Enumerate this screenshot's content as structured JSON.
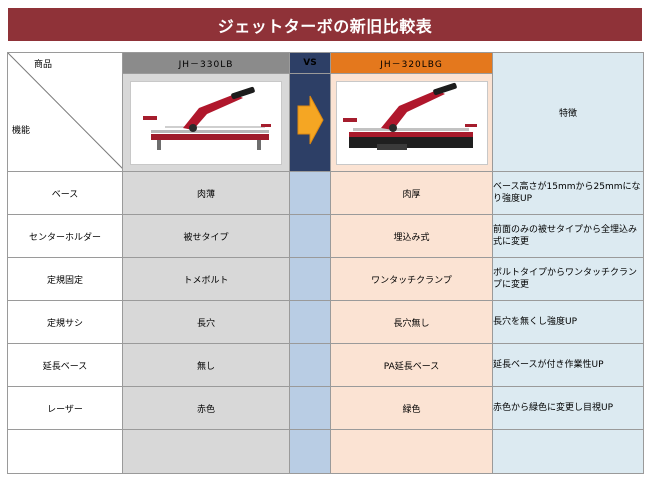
{
  "title": "ジェットターボの新旧比較表",
  "header": {
    "corner_top": "商品",
    "corner_bottom": "機能",
    "old_model": "JH－330LB",
    "vs": "VS",
    "new_model": "JH－320LBG",
    "features": "特徴"
  },
  "rows": [
    {
      "label": "ベース",
      "old": "肉薄",
      "new": "肉厚",
      "feature": "ベース高さが15mmから25mmになり強度UP"
    },
    {
      "label": "センターホルダー",
      "old": "被せタイプ",
      "new": "埋込み式",
      "feature": "前面のみの被せタイプから全埋込み式に変更"
    },
    {
      "label": "定規固定",
      "old": "トメボルト",
      "new": "ワンタッチクランプ",
      "feature": "ボルトタイプからワンタッチクランプに変更"
    },
    {
      "label": "定規サシ",
      "old": "長穴",
      "new": "長穴無し",
      "feature": "長穴を無くし強度UP"
    },
    {
      "label": "延長ベース",
      "old": "無し",
      "new": "PA延長ベース",
      "feature": "延長ベースが付き作業性UP"
    },
    {
      "label": "レーザー",
      "old": "赤色",
      "new": "緑色",
      "feature": "赤色から緑色に変更し目視UP"
    }
  ],
  "colors": {
    "title_bg": "#8f3238",
    "old_header": "#8b8b8b",
    "vs_header": "#2d3f66",
    "new_header": "#e4781d",
    "arrow": "#f5a623",
    "feature_bg": "#dceaf1"
  },
  "icons": {
    "arrow": "right-arrow-icon",
    "old_product": "tile-cutter-photo",
    "new_product": "tile-cutter-photo"
  }
}
